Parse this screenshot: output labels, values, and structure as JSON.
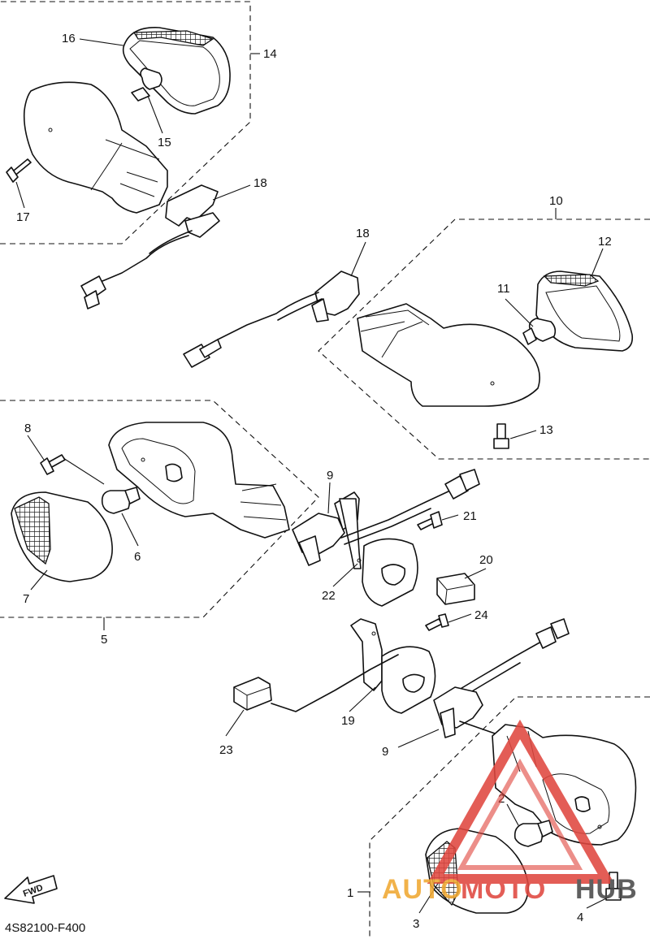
{
  "callouts": {
    "c1": "1",
    "c2": "2",
    "c3": "3",
    "c4": "4",
    "c5": "5",
    "c6": "6",
    "c7": "7",
    "c8": "8",
    "c9a": "9",
    "c9b": "9",
    "c10": "10",
    "c11": "11",
    "c12": "12",
    "c13": "13",
    "c14": "14",
    "c15": "15",
    "c16": "16",
    "c17": "17",
    "c18a": "18",
    "c18b": "18",
    "c19": "19",
    "c20": "20",
    "c21": "21",
    "c22": "22",
    "c23": "23",
    "c24": "24"
  },
  "fwd_label": "FWD",
  "diagram_code": "4S82100-F400",
  "watermark": {
    "auto": "AUTO",
    "moto": "MOTO",
    "hub": "HUB",
    "colors": {
      "red": "#e0473f",
      "orange": "#f0a832",
      "gray": "#4a4a4a"
    }
  }
}
